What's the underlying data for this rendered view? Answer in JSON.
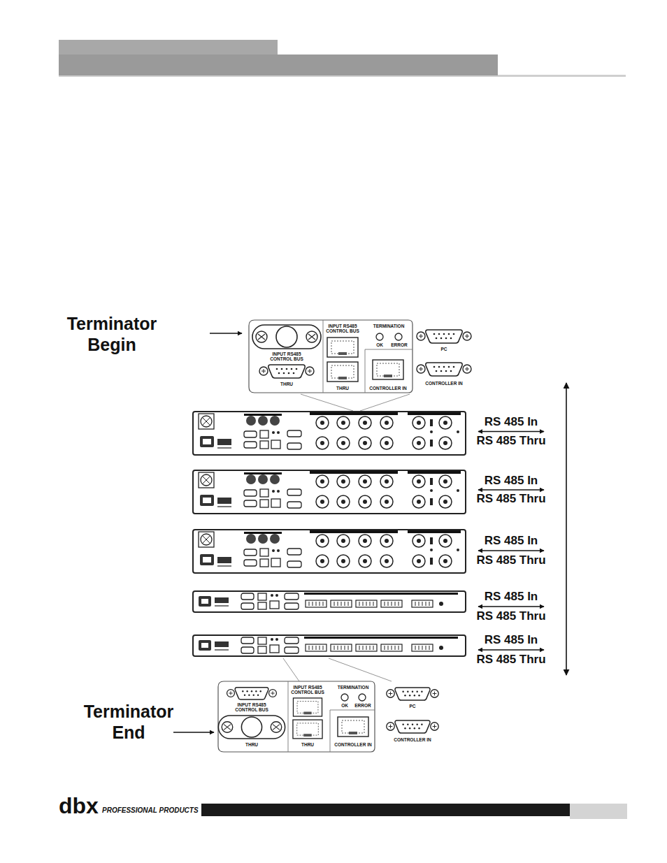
{
  "diagram": {
    "labels": [
      "Terminator Begin",
      "INPUT RS485 CONTROL BUS",
      "TERMINATION",
      "OK",
      "ERROR",
      "PC",
      "INPUT RS485 CONTROL BUS",
      "THRU",
      "THRU",
      "CONTROLLER IN",
      "CONTROLLER IN",
      "RS 485 In",
      "RS 485 Thru",
      "RS 485 In",
      "RS 485 Thru",
      "RS 485 In",
      "RS 485 Thru",
      "RS 485 In",
      "RS 485 Thru",
      "RS 485 In",
      "RS 485 Thru",
      "INPUT RS485 CONTROL BUS",
      "TERMINATION",
      "OK",
      "ERROR",
      "PC",
      "INPUT RS485 CONTROL BUS",
      "Terminator End",
      "THRU",
      "THRU",
      "CONTROLLER IN",
      "CONTROLLER IN",
      "dbx",
      "PROFESSIONAL PRODUCTS"
    ]
  }
}
